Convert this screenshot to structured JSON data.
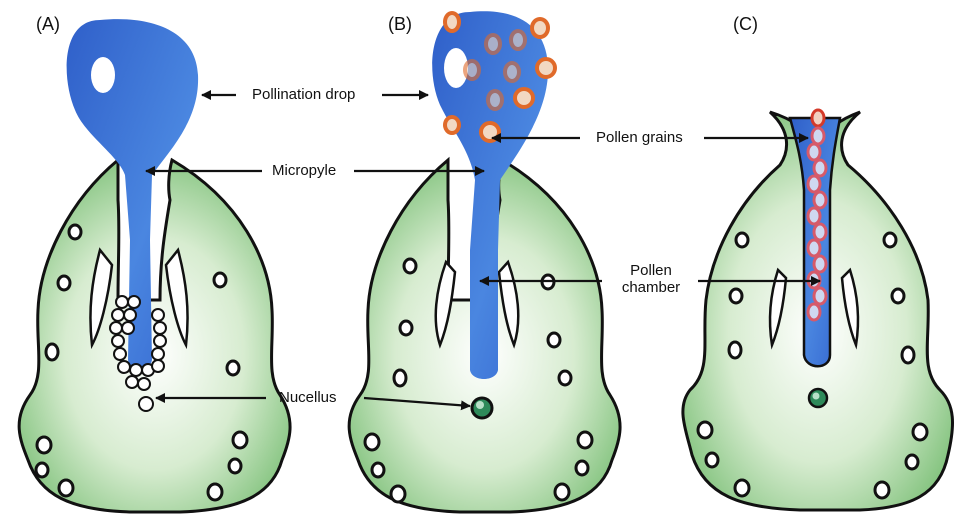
{
  "panels": {
    "a": "(A)",
    "b": "(B)",
    "c": "(C)"
  },
  "labels": {
    "pollination_drop": "Pollination drop",
    "micropyle": "Micropyle",
    "pollen_grains": "Pollen grains",
    "pollen_chamber_line1": "Pollen",
    "pollen_chamber_line2": "chamber",
    "nucellus": "Nucellus"
  },
  "colors": {
    "integument_fill": "#8fc98a",
    "integument_light": "#e8f4e2",
    "drop_fill": "#3a6fd8",
    "drop_dark": "#2a4fb5",
    "outline": "#111111",
    "pollen_outer": "#e06a2a",
    "pollen_inner": "#f2d8c2",
    "nucellus_green": "#2e8a5a"
  }
}
